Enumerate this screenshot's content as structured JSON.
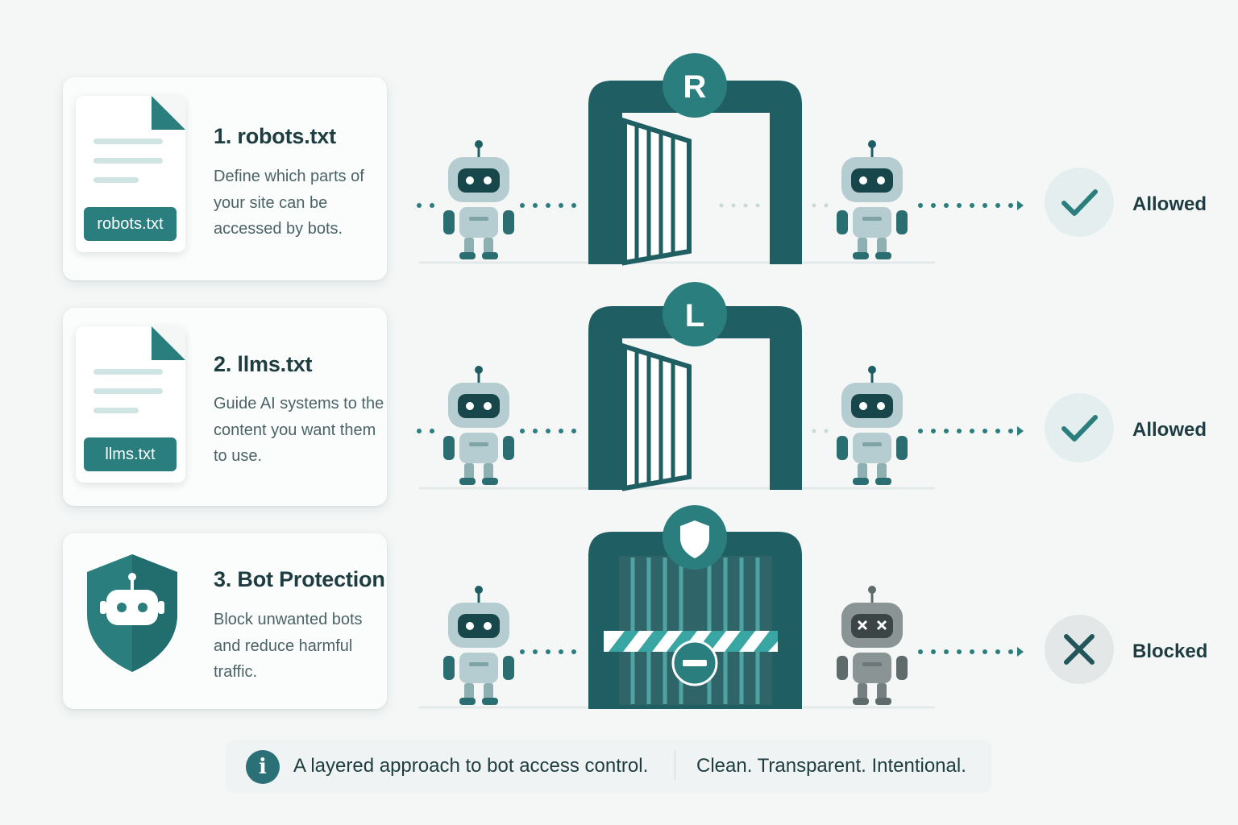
{
  "steps": [
    {
      "title": "1. robots.txt",
      "desc": "Define which parts of your site can be accessed by bots.",
      "file_tag": "robots.txt",
      "gate_letter": "R",
      "status": "Allowed"
    },
    {
      "title": "2. llms.txt",
      "desc": "Guide AI systems to the content you want them to use.",
      "file_tag": "llms.txt",
      "gate_letter": "L",
      "status": "Allowed"
    },
    {
      "title": "3. Bot Protection",
      "desc": "Block unwanted bots and reduce harmful traffic.",
      "status": "Blocked"
    }
  ],
  "footer": {
    "text1": "A layered approach to bot access control.",
    "text2": "Clean. Transparent. Intentional."
  },
  "icons": {
    "check": "check-icon",
    "cross": "x-icon",
    "info": "info-icon",
    "shield": "shield-icon",
    "robot": "robot-icon"
  },
  "colors": {
    "teal": "#2a7f7e",
    "teal_dark": "#1e5f63",
    "robot_body": "#b5cdd0",
    "blocked_robot": "#8a9495",
    "status_bg": "#e5eeee",
    "blocked_bg": "#e3e7e7"
  }
}
